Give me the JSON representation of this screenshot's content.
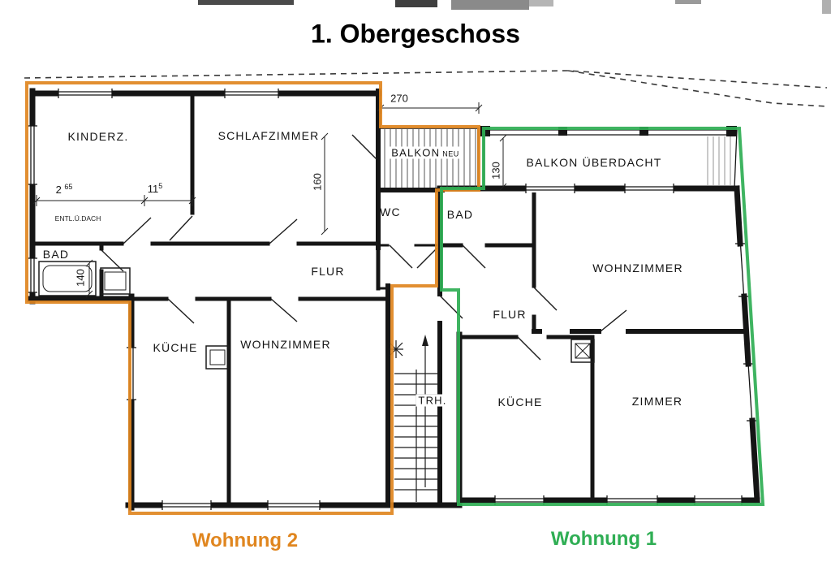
{
  "title": "1. Obergeschoss",
  "apartments": {
    "wohnung1": {
      "label": "Wohnung 1",
      "color": "#2fae54"
    },
    "wohnung2": {
      "label": "Wohnung 2",
      "color": "#e0861f"
    }
  },
  "rooms": {
    "kinderz": "KINDERZ.",
    "schlafzimmer": "SCHLAFZIMMER",
    "balkon_neu": "BALKON",
    "balkon_neu_tag": "NEU",
    "balkon_ueberdacht": "BALKON ÜBERDACHT",
    "wc": "WC",
    "bad_left": "BAD",
    "bad_right": "BAD",
    "flur_left": "FLUR",
    "flur_right": "FLUR",
    "kueche_left": "KÜCHE",
    "kueche_right": "KÜCHE",
    "wohnzimmer_left": "WOHNZIMMER",
    "wohnzimmer_right": "WOHNZIMMER",
    "treppenhaus": "TRH.",
    "zimmer": "ZIMMER"
  },
  "dimensions": {
    "balkon_neu_width": "270",
    "balkon_neu_depth": "160",
    "balkon_ueberdacht_depth": "130",
    "kinderz_width_main": "2",
    "kinderz_width_sup": "65",
    "kinderz_width2_main": "11",
    "kinderz_width2_sup": "5",
    "bad_left_width": "140",
    "roof_note": "ENTL.Ü.DACH"
  }
}
